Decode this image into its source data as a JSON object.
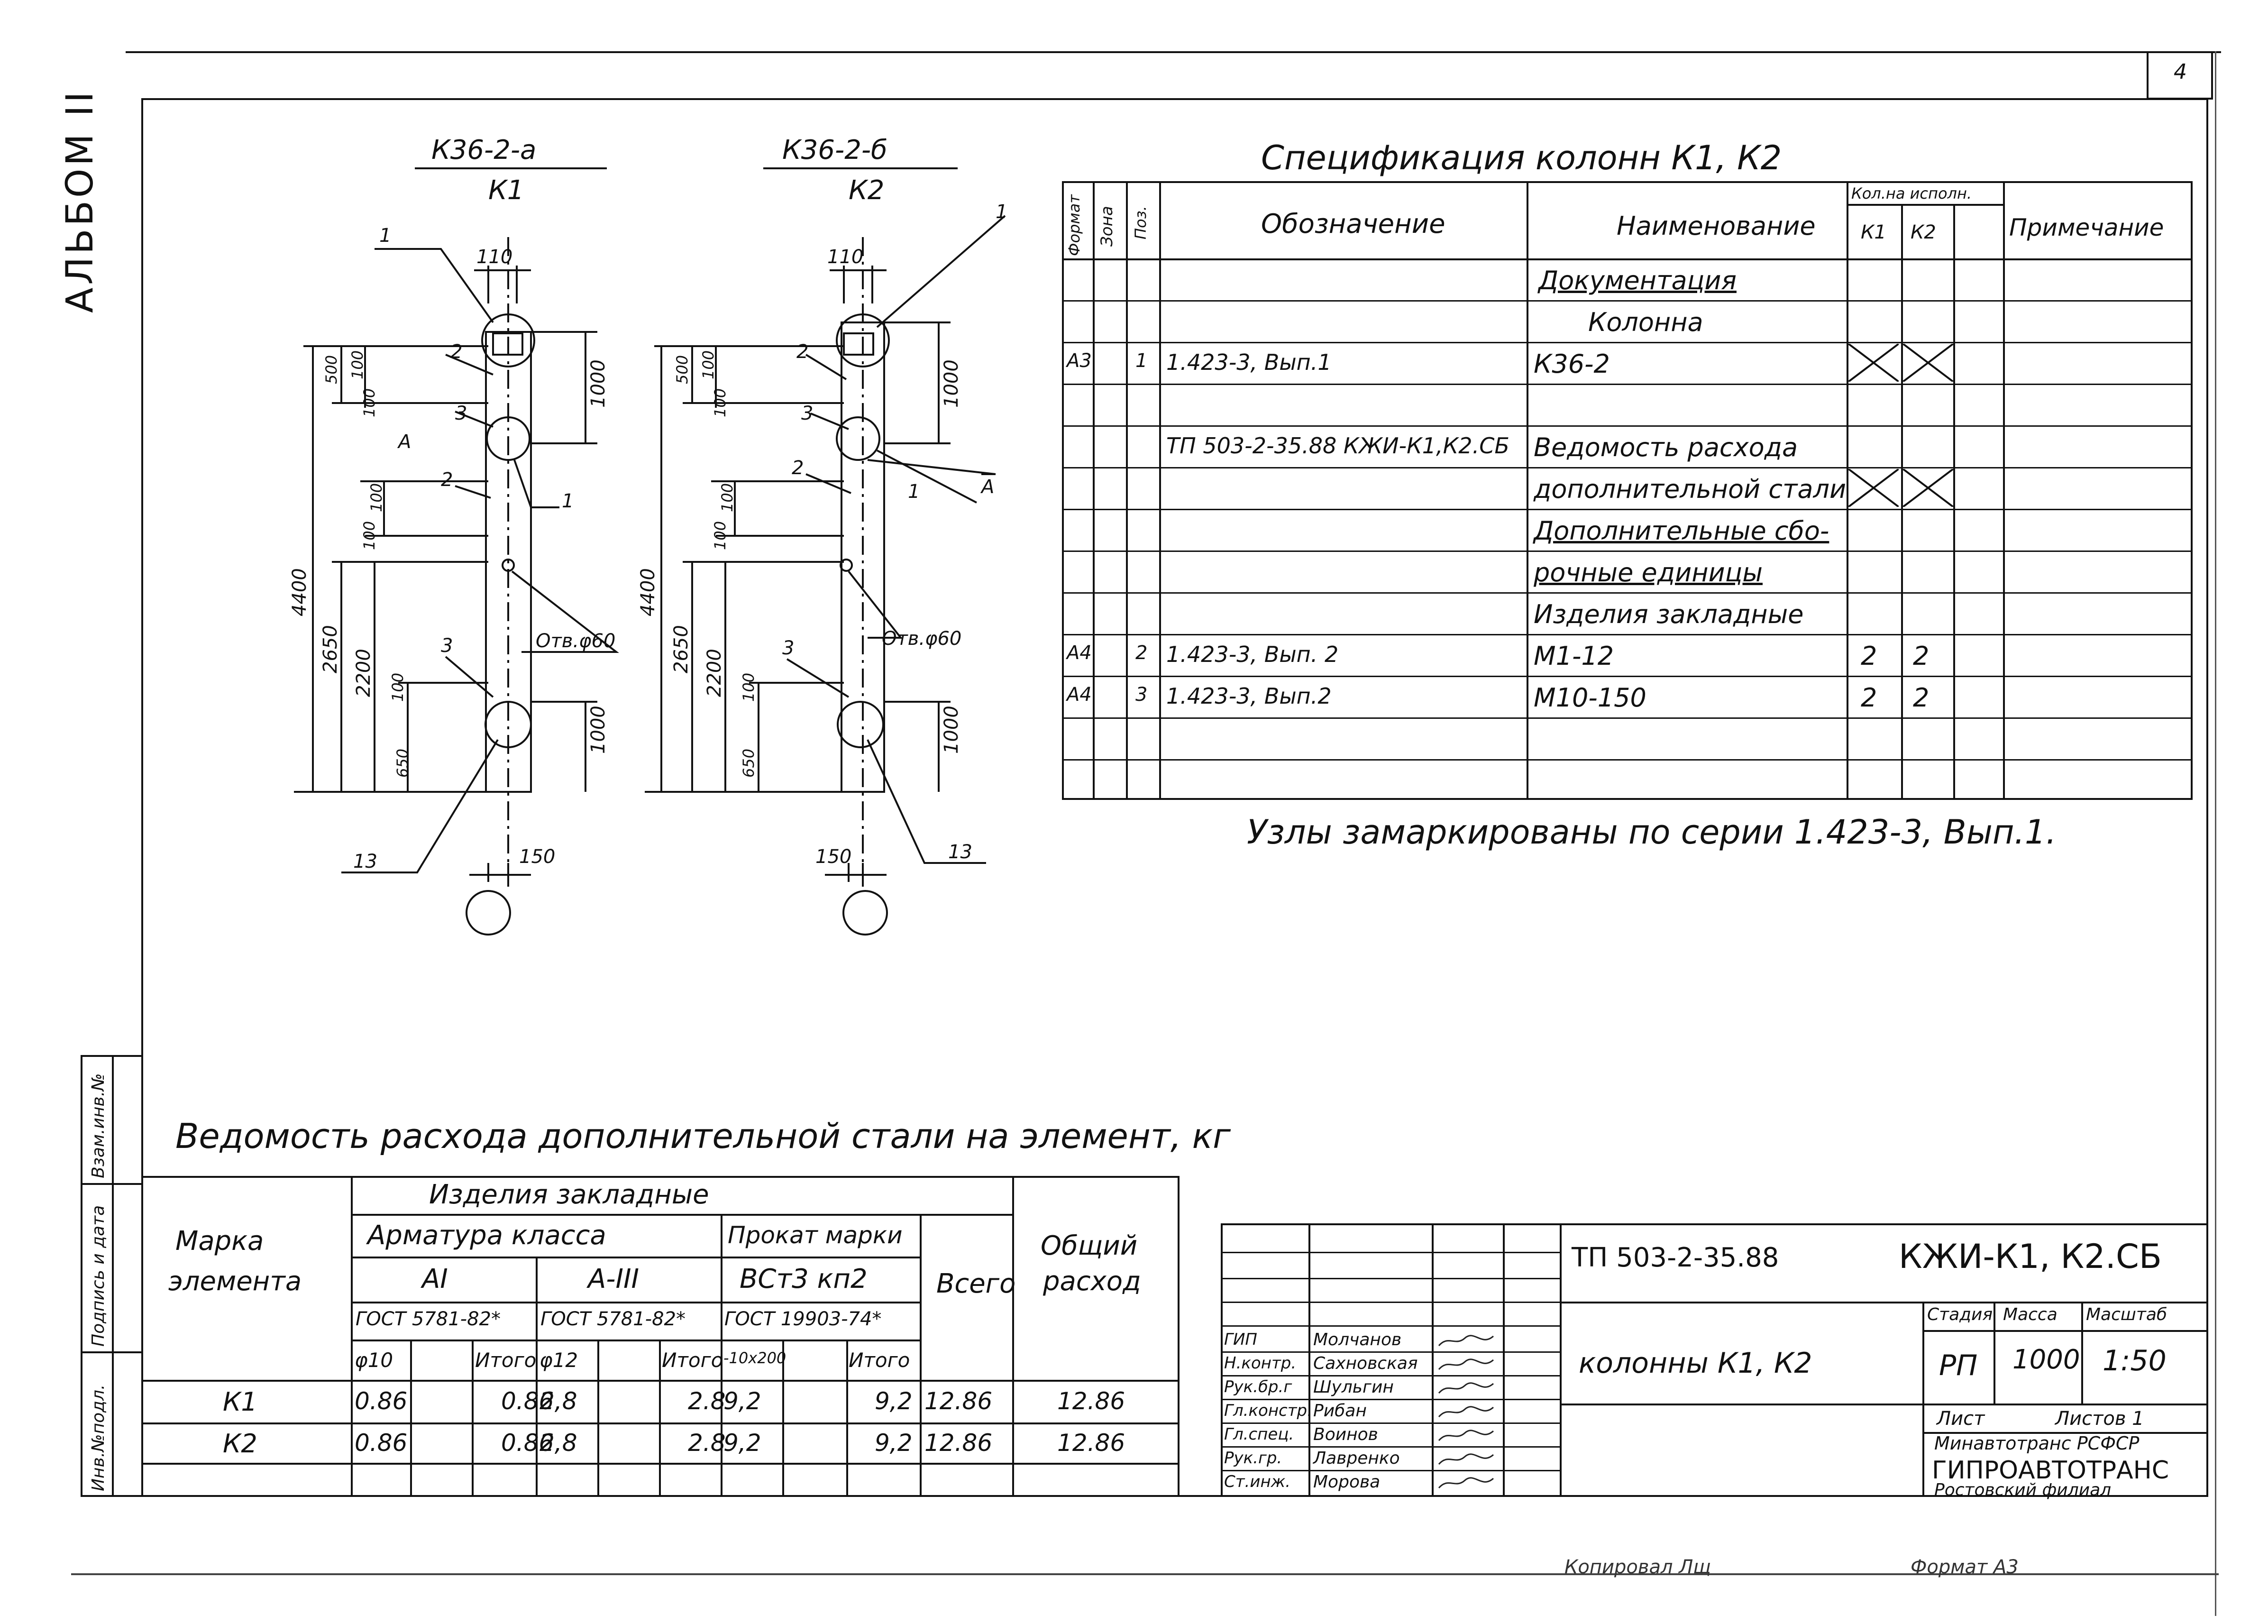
{
  "page_number": "4",
  "album_label": "АЛЬБОМ II",
  "side_stamp": [
    "Инв.№подл.",
    "Подпись и дата",
    "Взам.инв.№"
  ],
  "columns": {
    "k1": {
      "mark": "К36-2-а",
      "name": "К1",
      "dims_h": [
        "110",
        "150"
      ],
      "dims_v": [
        "4400",
        "2650",
        "2200",
        "500",
        "100",
        "100",
        "100",
        "100",
        "100",
        "650",
        "1000",
        "1000"
      ],
      "callouts": [
        "1",
        "2",
        "3",
        "А",
        "2",
        "1",
        "3",
        "13"
      ],
      "hole": "Отв.φ60"
    },
    "k2": {
      "mark": "К36-2-б",
      "name": "К2",
      "dims_h": [
        "110",
        "150"
      ],
      "dims_v": [
        "4400",
        "2650",
        "2200",
        "500",
        "100",
        "100",
        "100",
        "100",
        "100",
        "650",
        "1000",
        "1000"
      ],
      "callouts": [
        "1",
        "2",
        "3",
        "А",
        "2",
        "1",
        "3",
        "13"
      ],
      "hole": "Отв.φ60"
    }
  },
  "spec": {
    "title": "Спецификация колонн К1, К2",
    "headers": {
      "format": "Формат",
      "zone": "Зона",
      "pos": "Поз.",
      "designation": "Обозначение",
      "name": "Наименование",
      "qty_group": "Кол.на исполн.",
      "k1": "К1",
      "k2": "К2",
      "note": "Примечание"
    },
    "rows": [
      {
        "format": "",
        "zone": "",
        "pos": "",
        "designation": "",
        "name": "Документация",
        "k1": "",
        "k2": ""
      },
      {
        "format": "",
        "zone": "",
        "pos": "",
        "designation": "",
        "name": "Колонна",
        "k1": "",
        "k2": ""
      },
      {
        "format": "А3",
        "zone": "",
        "pos": "1",
        "designation": "1.423-3,   Вып.1",
        "name": "К36-2",
        "k1": "X",
        "k2": "X"
      },
      {
        "format": "",
        "zone": "",
        "pos": "",
        "designation": "",
        "name": "",
        "k1": "",
        "k2": ""
      },
      {
        "format": "",
        "zone": "",
        "pos": "",
        "designation": "ТП 503-2-35.88   КЖИ-К1,К2.СБ",
        "name": "Ведомость расхода",
        "k1": "",
        "k2": ""
      },
      {
        "format": "",
        "zone": "",
        "pos": "",
        "designation": "",
        "name": "дополнительной стали",
        "k1": "X",
        "k2": "X"
      },
      {
        "format": "",
        "zone": "",
        "pos": "",
        "designation": "",
        "name": "Дополнительные сбо-",
        "k1": "",
        "k2": ""
      },
      {
        "format": "",
        "zone": "",
        "pos": "",
        "designation": "",
        "name": "рочные единицы",
        "k1": "",
        "k2": ""
      },
      {
        "format": "",
        "zone": "",
        "pos": "",
        "designation": "",
        "name": "Изделия закладные",
        "k1": "",
        "k2": ""
      },
      {
        "format": "А4",
        "zone": "",
        "pos": "2",
        "designation": "1.423-3,   Вып. 2",
        "name": "М1-12",
        "k1": "2",
        "k2": "2"
      },
      {
        "format": "А4",
        "zone": "",
        "pos": "3",
        "designation": "1.423-3,   Вып.2",
        "name": "М10-150",
        "k1": "2",
        "k2": "2"
      },
      {
        "format": "",
        "zone": "",
        "pos": "",
        "designation": "",
        "name": "",
        "k1": "",
        "k2": ""
      },
      {
        "format": "",
        "zone": "",
        "pos": "",
        "designation": "",
        "name": "",
        "k1": "",
        "k2": ""
      }
    ]
  },
  "note_text": "Узлы    замаркированы    по   серии   1.423-3,  Вып.1.",
  "steel": {
    "title": "Ведомость расхода дополнительной стали на элемент, кг",
    "h_mark": [
      "Марка",
      "элемента"
    ],
    "h_items": "Изделия   закладные",
    "h_rebar": "Арматура   класса",
    "h_rolled": "Прокат марки",
    "h_ai": "АI",
    "h_aiii": "А-III",
    "h_vst": "ВСт3 кп2",
    "h_gost1": "ГОСТ 5781-82*",
    "h_gost2": "ГОСТ 5781-82*",
    "h_gost3": "ГОСТ 19903-74*",
    "h_sub": [
      "φ10",
      "",
      "Итого",
      "φ12",
      "",
      "Итого",
      "-10х200",
      "",
      "Итого"
    ],
    "h_total": "Всего",
    "h_overall": [
      "Общий",
      "расход"
    ],
    "rows": [
      {
        "mark": "К1",
        "v": [
          "0.86",
          "",
          "0.86",
          "2,8",
          "",
          "2.8",
          "9,2",
          "",
          "9,2"
        ],
        "total": "12.86",
        "overall": "12.86"
      },
      {
        "mark": "К2",
        "v": [
          "0.86",
          "",
          "0.86",
          "2,8",
          "",
          "2.8",
          "9,2",
          "",
          "9,2"
        ],
        "total": "12.86",
        "overall": "12.86"
      }
    ]
  },
  "title_block": {
    "code": "ТП    503-2-35.88",
    "drawing_code": "КЖИ-К1, К2.СБ",
    "object_name": "колонны  К1, К2",
    "roles": [
      "ГИП",
      "Н.контр.",
      "Рук.бр.г",
      "Гл.констр.",
      "Гл.спец.",
      "Рук.гр.",
      "Ст.инж."
    ],
    "names": [
      "Молчанов",
      "Сахновская",
      "Шульгин",
      "Рибан",
      "Воинов",
      "Лавренко",
      "Морова"
    ],
    "stage_label": "Стадия",
    "mass_label": "Масса",
    "scale_label": "Масштаб",
    "stage": "РП",
    "mass": "1000",
    "scale": "1:50",
    "sheet_label": "Лист",
    "sheets_label": "Листов 1",
    "org1": "Минавтотранс РСФСР",
    "org2": "ГИПРОАВТОТРАНС",
    "org3": "Ростовский филиал"
  },
  "footer_copied": "Копировал   Лщ",
  "footer_format": "Формат А3"
}
